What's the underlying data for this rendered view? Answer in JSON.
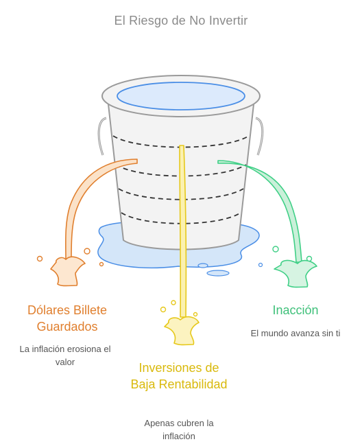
{
  "title": "El Riesgo de No Invertir",
  "colors": {
    "orange": "#e07f2e",
    "yellow": "#e6c81a",
    "green": "#3fcf86",
    "water": "#4a8ee6",
    "puddle": "#d4e6f9",
    "bucket_stroke": "#9a9a9a"
  },
  "items": [
    {
      "label": "Dólares Billete Guardados",
      "description": "La inflación erosiona el valor"
    },
    {
      "label": "Inversiones de Baja Rentabilidad",
      "description": "Apenas cubren la inflación"
    },
    {
      "label": "Inacción",
      "description": "El mundo avanza sin ti"
    }
  ]
}
